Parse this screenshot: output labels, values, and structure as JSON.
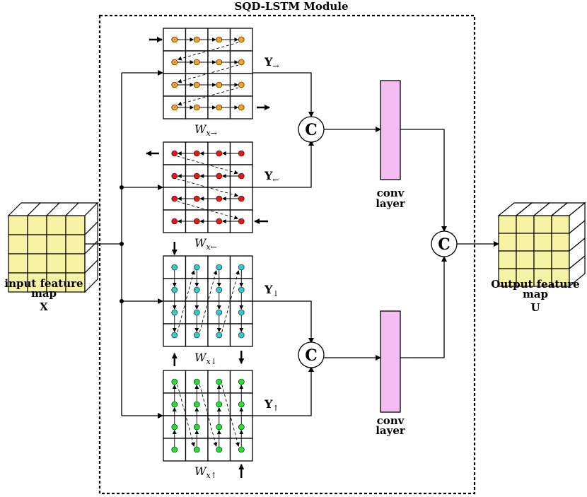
{
  "module": {
    "title": "SQD-LSTM Module"
  },
  "input": {
    "label_line1": "input feature",
    "label_line2": "map",
    "symbol": "X",
    "cell_color": "#f6f3a4"
  },
  "output": {
    "label_line1": "Output feature",
    "label_line2": "map",
    "symbol": "U",
    "cell_color": "#f6f3a4"
  },
  "grids": [
    {
      "id": "right",
      "dot_color": "#f5a11b",
      "label_base": "W",
      "label_sub": "x→",
      "output_label": "Y",
      "output_sub": "→",
      "direction": "right"
    },
    {
      "id": "left",
      "dot_color": "#e8161b",
      "label_base": "W",
      "label_sub": "x←",
      "output_label": "Y",
      "output_sub": "←",
      "direction": "left"
    },
    {
      "id": "down",
      "dot_color": "#37c9d0",
      "label_base": "W",
      "label_sub": "x↓",
      "output_label": "Y",
      "output_sub": "↓",
      "direction": "down"
    },
    {
      "id": "up",
      "dot_color": "#22e22e",
      "label_base": "W",
      "label_sub": "x↑",
      "output_label": "Y",
      "output_sub": "↑",
      "direction": "up"
    }
  ],
  "concat": {
    "symbol": "C"
  },
  "conv_layers": [
    {
      "label_line1": "conv",
      "label_line2": "layer",
      "color": "#f4bdf2"
    },
    {
      "label_line1": "conv",
      "label_line2": "layer",
      "color": "#f4bdf2"
    }
  ]
}
